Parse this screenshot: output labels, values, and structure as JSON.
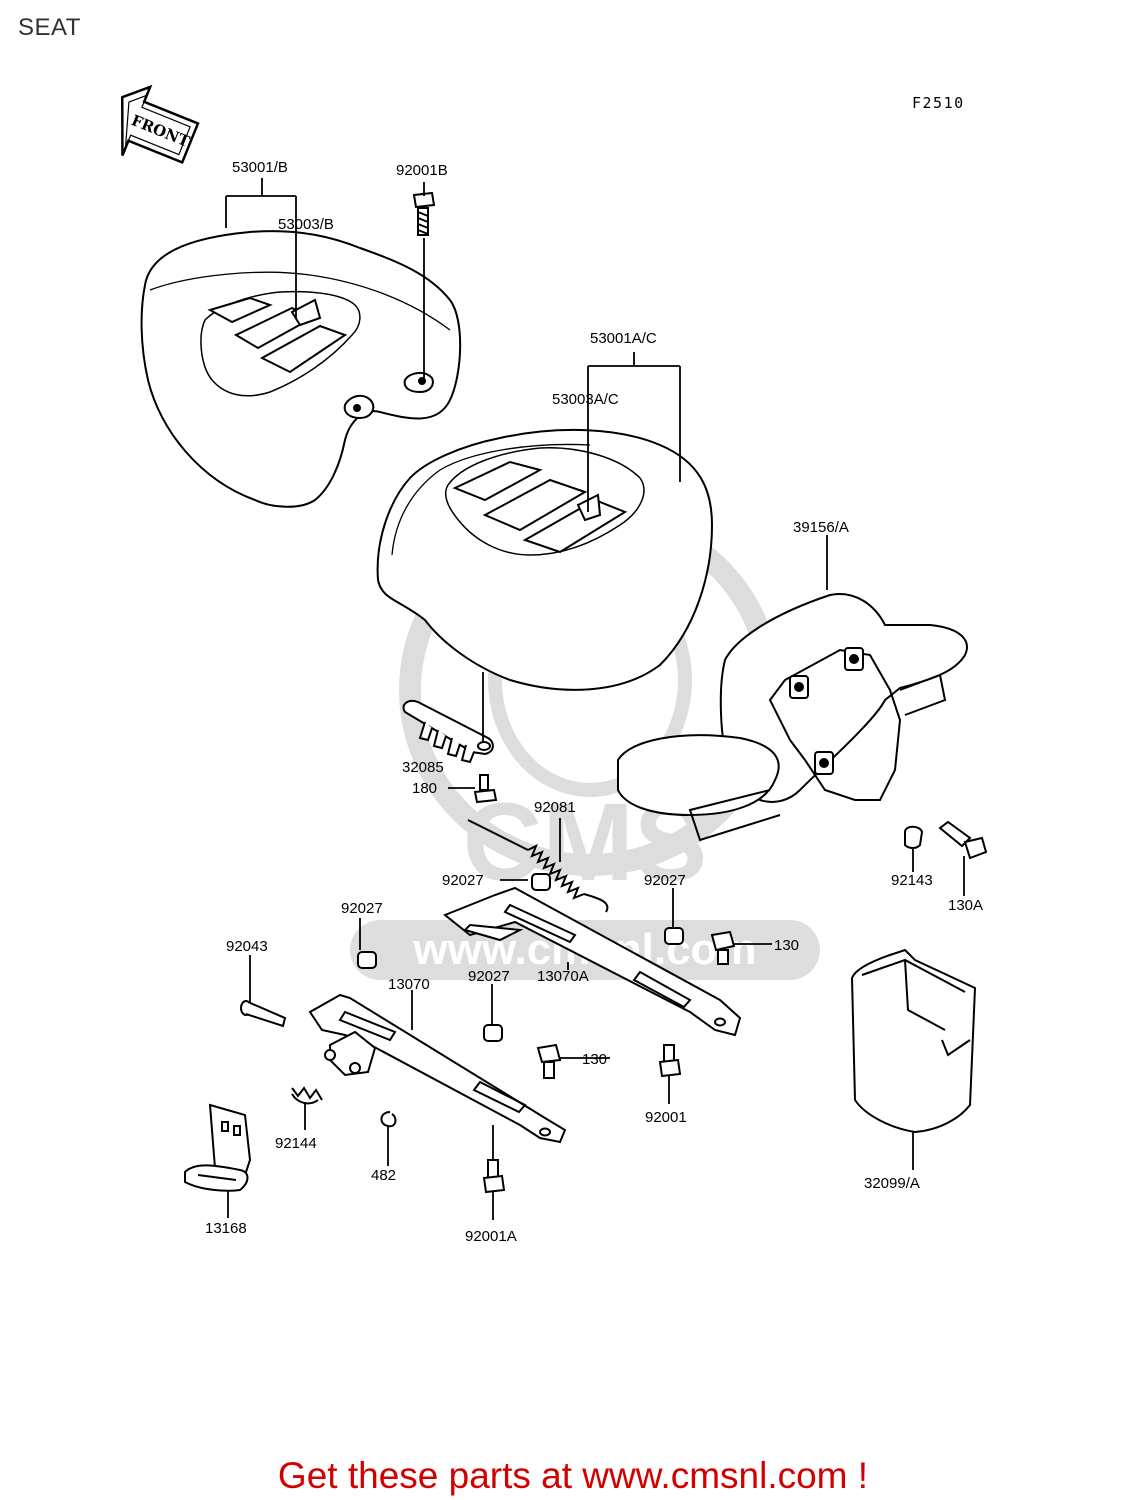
{
  "page": {
    "title": "SEAT",
    "figure_code": "F2510",
    "front_arrow_text": "FRONT"
  },
  "parts": {
    "p53001B": "53001/B",
    "p53003B": "53003/B",
    "p92001B": "92001B",
    "p53001AC": "53001A/C",
    "p53003AC": "53003A/C",
    "p39156A": "39156/A",
    "p32085": "32085",
    "p180": "180",
    "p92081": "92081",
    "p92027a": "92027",
    "p92027b": "92027",
    "p92027c": "92027",
    "p92027d": "92027",
    "p92143": "92143",
    "p130A": "130A",
    "p92043": "92043",
    "p13070": "13070",
    "p13070A": "13070A",
    "p130a": "130",
    "p130b": "130",
    "p92001": "92001",
    "p92144": "92144",
    "p482": "482",
    "p13168": "13168",
    "p92001A": "92001A",
    "p32099A": "32099/A"
  },
  "watermark": {
    "text": "CMS",
    "url": "www.cmsnl.com"
  },
  "footer": {
    "text": "Get these parts at www.cmsnl.com !"
  }
}
